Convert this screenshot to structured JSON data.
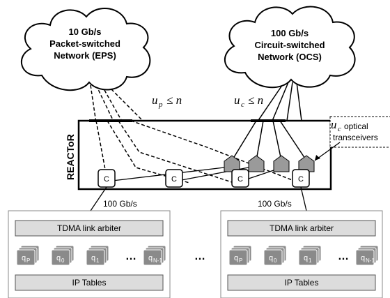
{
  "eps": {
    "line1": "10 Gb/s",
    "line2": "Packet-switched",
    "line3": "Network (EPS)"
  },
  "ocs": {
    "line1": "100 Gb/s",
    "line2": "Circuit-switched",
    "line3": "Network (OCS)"
  },
  "up_label": {
    "var": "u",
    "sub": "p",
    "rel": "≤ n"
  },
  "uc_label": {
    "var": "u",
    "sub": "c",
    "rel": "≤ n"
  },
  "transceivers": {
    "var": "u",
    "sub": "c",
    "line1": "optical",
    "line2": "transceivers"
  },
  "reactor_label": "REACToR",
  "circulator": "C",
  "link_left": "100 Gb/s",
  "link_right": "100 Gb/s",
  "host": {
    "arbiter": "TDMA link arbiter",
    "iptables": "IP Tables",
    "queues": [
      {
        "q": "q",
        "sub": "P"
      },
      {
        "q": "q",
        "sub": "0"
      },
      {
        "q": "q",
        "sub": "1"
      },
      {
        "q": "q",
        "sub": "N-1"
      }
    ],
    "ellipsis": "…"
  },
  "between_hosts": "…"
}
